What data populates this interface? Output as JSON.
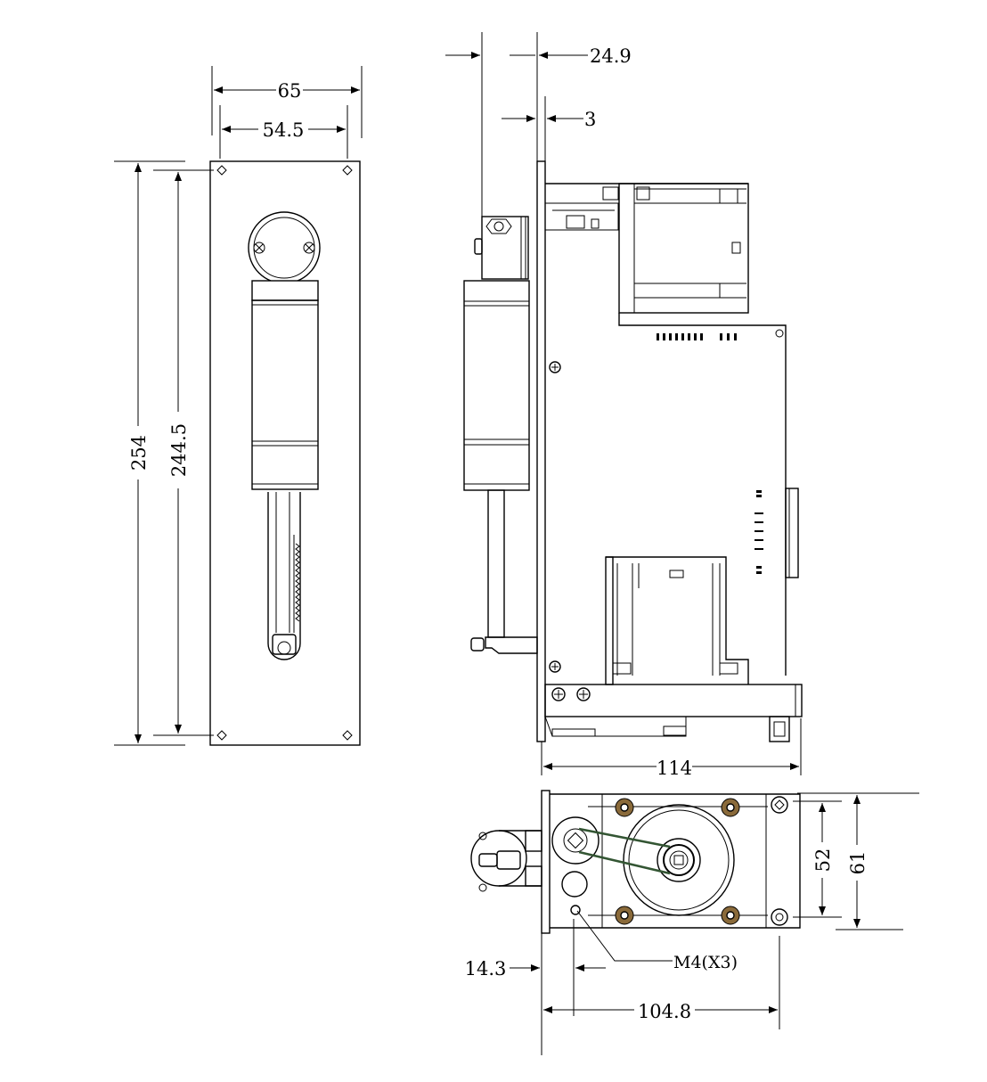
{
  "drawing": {
    "dimensions": {
      "front_width_outer": "65",
      "front_width_holes": "54.5",
      "front_height_outer": "254",
      "front_height_holes": "244.5",
      "side_depth_to_panel": "24.9",
      "side_panel_thickness": "3",
      "side_body_depth": "114",
      "bottom_height_outer": "61",
      "bottom_height_holes": "52",
      "bottom_offset": "14.3",
      "bottom_hole_span": "104.8"
    },
    "notes": {
      "mount_holes": "M4(X3)"
    }
  }
}
